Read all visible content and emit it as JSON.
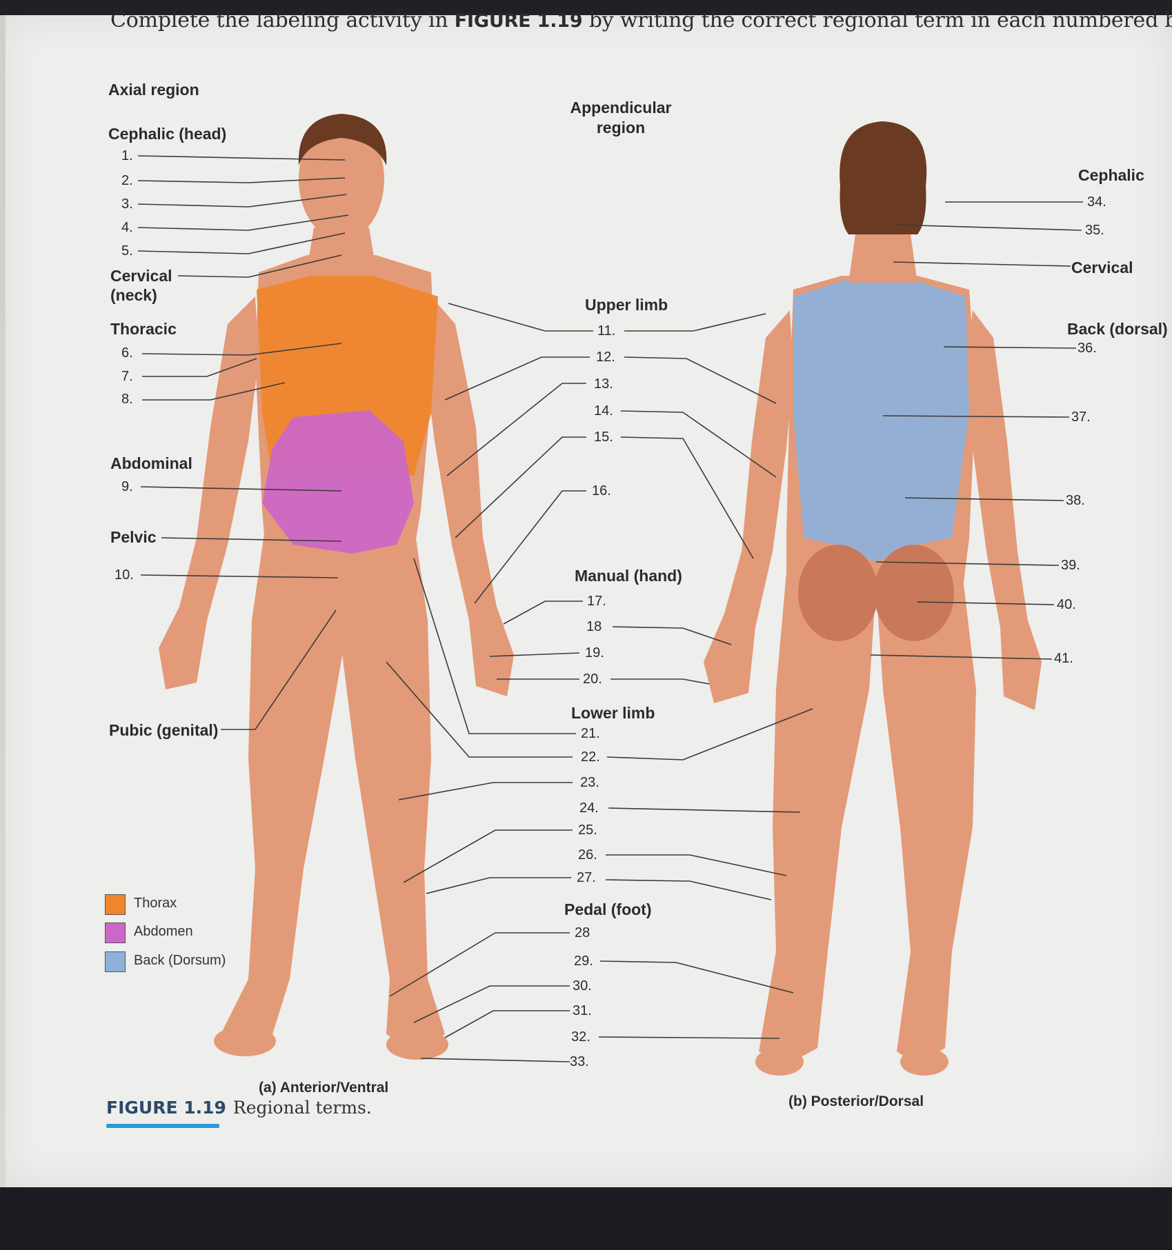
{
  "instruction": {
    "before": "Complete the labeling activity in ",
    "figure_ref": "FIGURE 1.19",
    "after": " by writing the correct regional term in each numbered blank."
  },
  "headings": {
    "axial": "Axial region",
    "appendicular_line1": "Appendicular",
    "appendicular_line2": "region"
  },
  "anterior_left_labels": {
    "cephalic": "Cephalic (head)",
    "cervical_line1": "Cervical",
    "cervical_line2": "(neck)",
    "thoracic": "Thoracic",
    "abdominal": "Abdominal",
    "pelvic": "Pelvic",
    "pubic": "Pubic (genital)"
  },
  "center_labels": {
    "upper_limb": "Upper limb",
    "manual": "Manual (hand)",
    "lower_limb": "Lower limb",
    "pedal": "Pedal (foot)"
  },
  "posterior_right_labels": {
    "cephalic": "Cephalic",
    "cervical": "Cervical",
    "back": "Back (dorsal)"
  },
  "numbers": {
    "n1": "1.",
    "n2": "2.",
    "n3": "3.",
    "n4": "4.",
    "n5": "5.",
    "n6": "6.",
    "n7": "7.",
    "n8": "8.",
    "n9": "9.",
    "n10": "10.",
    "n11": "11.",
    "n12": "12.",
    "n13": "13.",
    "n14": "14.",
    "n15": "15.",
    "n16": "16.",
    "n17": "17.",
    "n18": "18",
    "n19": "19.",
    "n20": "20.",
    "n21": "21.",
    "n22": "22.",
    "n23": "23.",
    "n24": "24.",
    "n25": "25.",
    "n26": "26.",
    "n27": "27.",
    "n28": "28",
    "n29": "29.",
    "n30": "30.",
    "n31": "31.",
    "n32": "32.",
    "n33": "33.",
    "n34": "34.",
    "n35": "35.",
    "n36": "36.",
    "n37": "37.",
    "n38": "38.",
    "n39": "39.",
    "n40": "40.",
    "n41": "41."
  },
  "legend": [
    {
      "label": "Thorax",
      "color": "#f0862c"
    },
    {
      "label": "Abdomen",
      "color": "#cc66c8"
    },
    {
      "label": "Back (Dorsum)",
      "color": "#8fb0d8"
    }
  ],
  "captions": {
    "anterior": "(a) Anterior/Ventral",
    "posterior": "(b) Posterior/Dorsal"
  },
  "figure_caption": {
    "label": "FIGURE 1.19",
    "text": "Regional terms."
  },
  "colors": {
    "skin": "#e39a78",
    "skin_shade": "#c9785a",
    "hair": "#6a3a22",
    "thorax": "#f0862c",
    "abdomen": "#cc66c8",
    "back": "#8fb0d8",
    "leader_line": "#3a3a3a"
  }
}
